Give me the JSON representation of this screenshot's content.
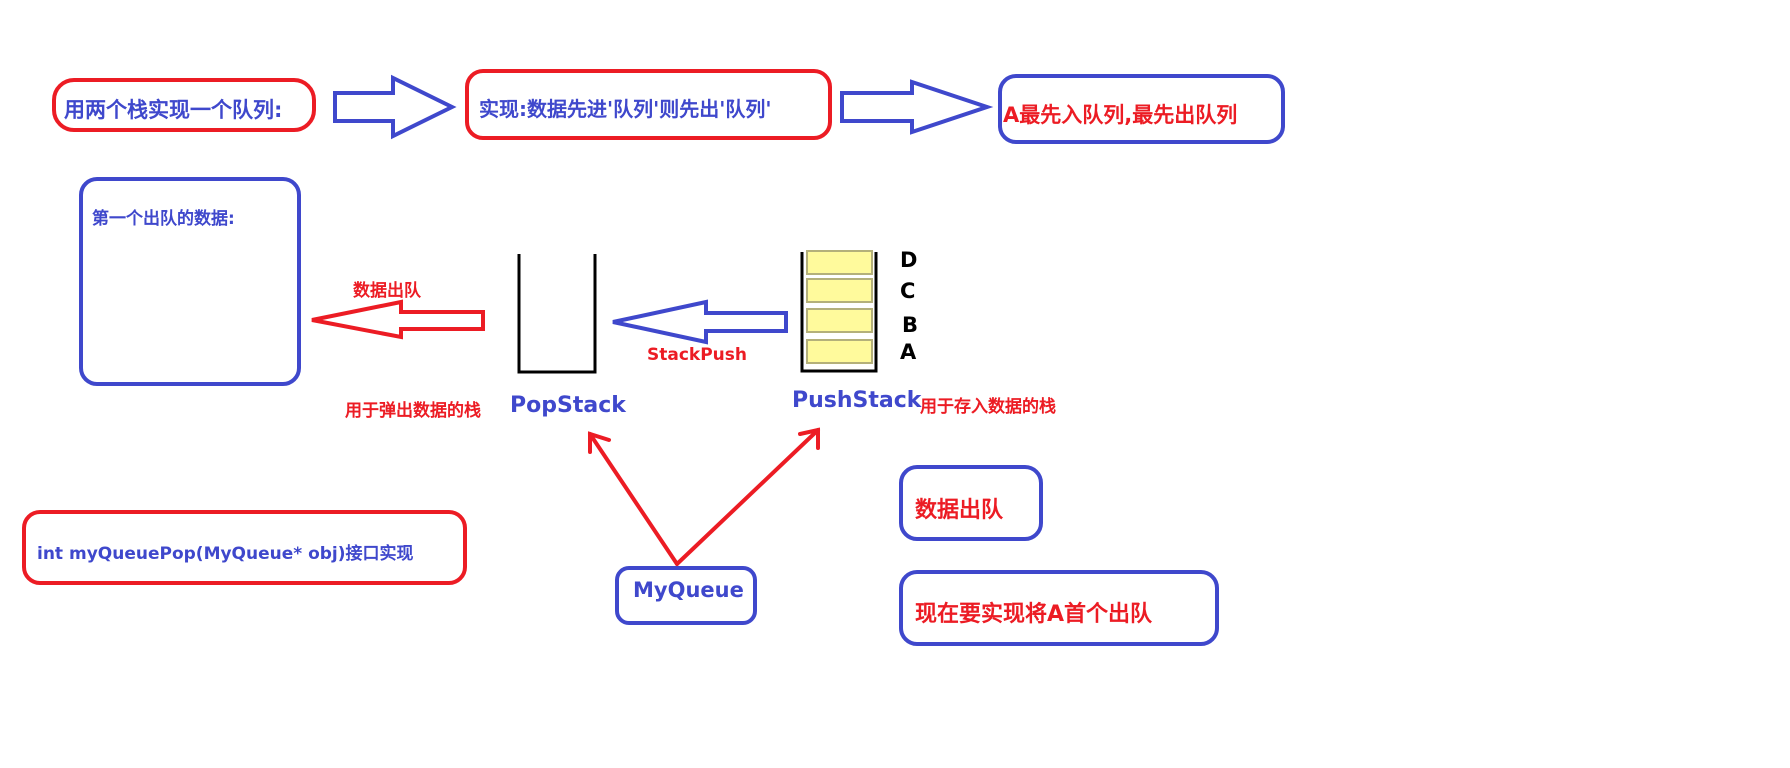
{
  "colors": {
    "red": "#ec1c24",
    "blue": "#3f48cc",
    "cell_fill": "#fffa9c",
    "black": "#000000"
  },
  "top_row": {
    "step1": "用两个栈实现一个队列:",
    "step2": "实现:数据先进'队列'则先出'队列'",
    "step3": "A最先入队列,最先出队列"
  },
  "output_box": {
    "label": "第一个出队的数据:"
  },
  "arrows": {
    "dequeue_label": "数据出队",
    "stackpush_label": "StackPush"
  },
  "pop_stack": {
    "name": "PopStack",
    "description": "用于弹出数据的栈",
    "items": []
  },
  "push_stack": {
    "name": "PushStack",
    "description": "用于存入数据的栈",
    "items_top_to_bottom": [
      "D",
      "C",
      "B",
      "A"
    ]
  },
  "queue": {
    "name": "MyQueue"
  },
  "interface_box": {
    "text": "int myQueuePop(MyQueue* obj)接口实现"
  },
  "notes": {
    "action": "数据出队",
    "goal": "现在要实现将A首个出队"
  }
}
